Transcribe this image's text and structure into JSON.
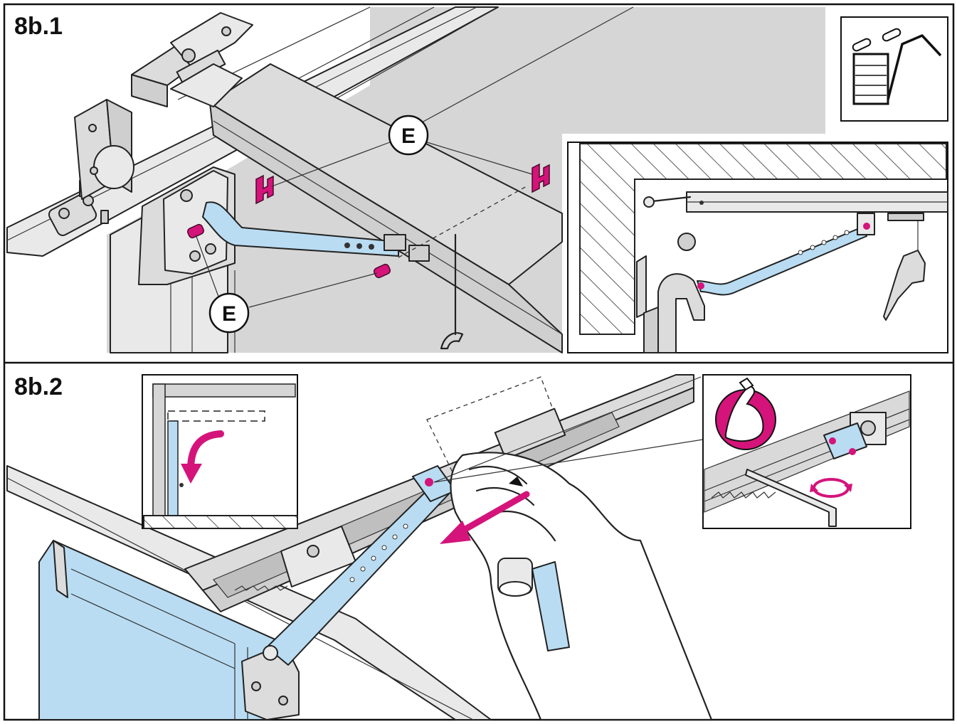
{
  "steps": [
    {
      "label": "8b.1"
    },
    {
      "label": "8b.2"
    }
  ],
  "callouts": [
    {
      "label": "E"
    },
    {
      "label": "E"
    }
  ],
  "colors": {
    "accent": "#d4147a",
    "door_blue": "#b9dcf2",
    "metal": "#dcdcdc",
    "background_panel": "#d6d6d6"
  },
  "icons": [
    "sectional-door-icon",
    "strong-arm-icon",
    "rotate-arrows-icon",
    "curved-arrow-icon",
    "direction-arrow-icon"
  ]
}
